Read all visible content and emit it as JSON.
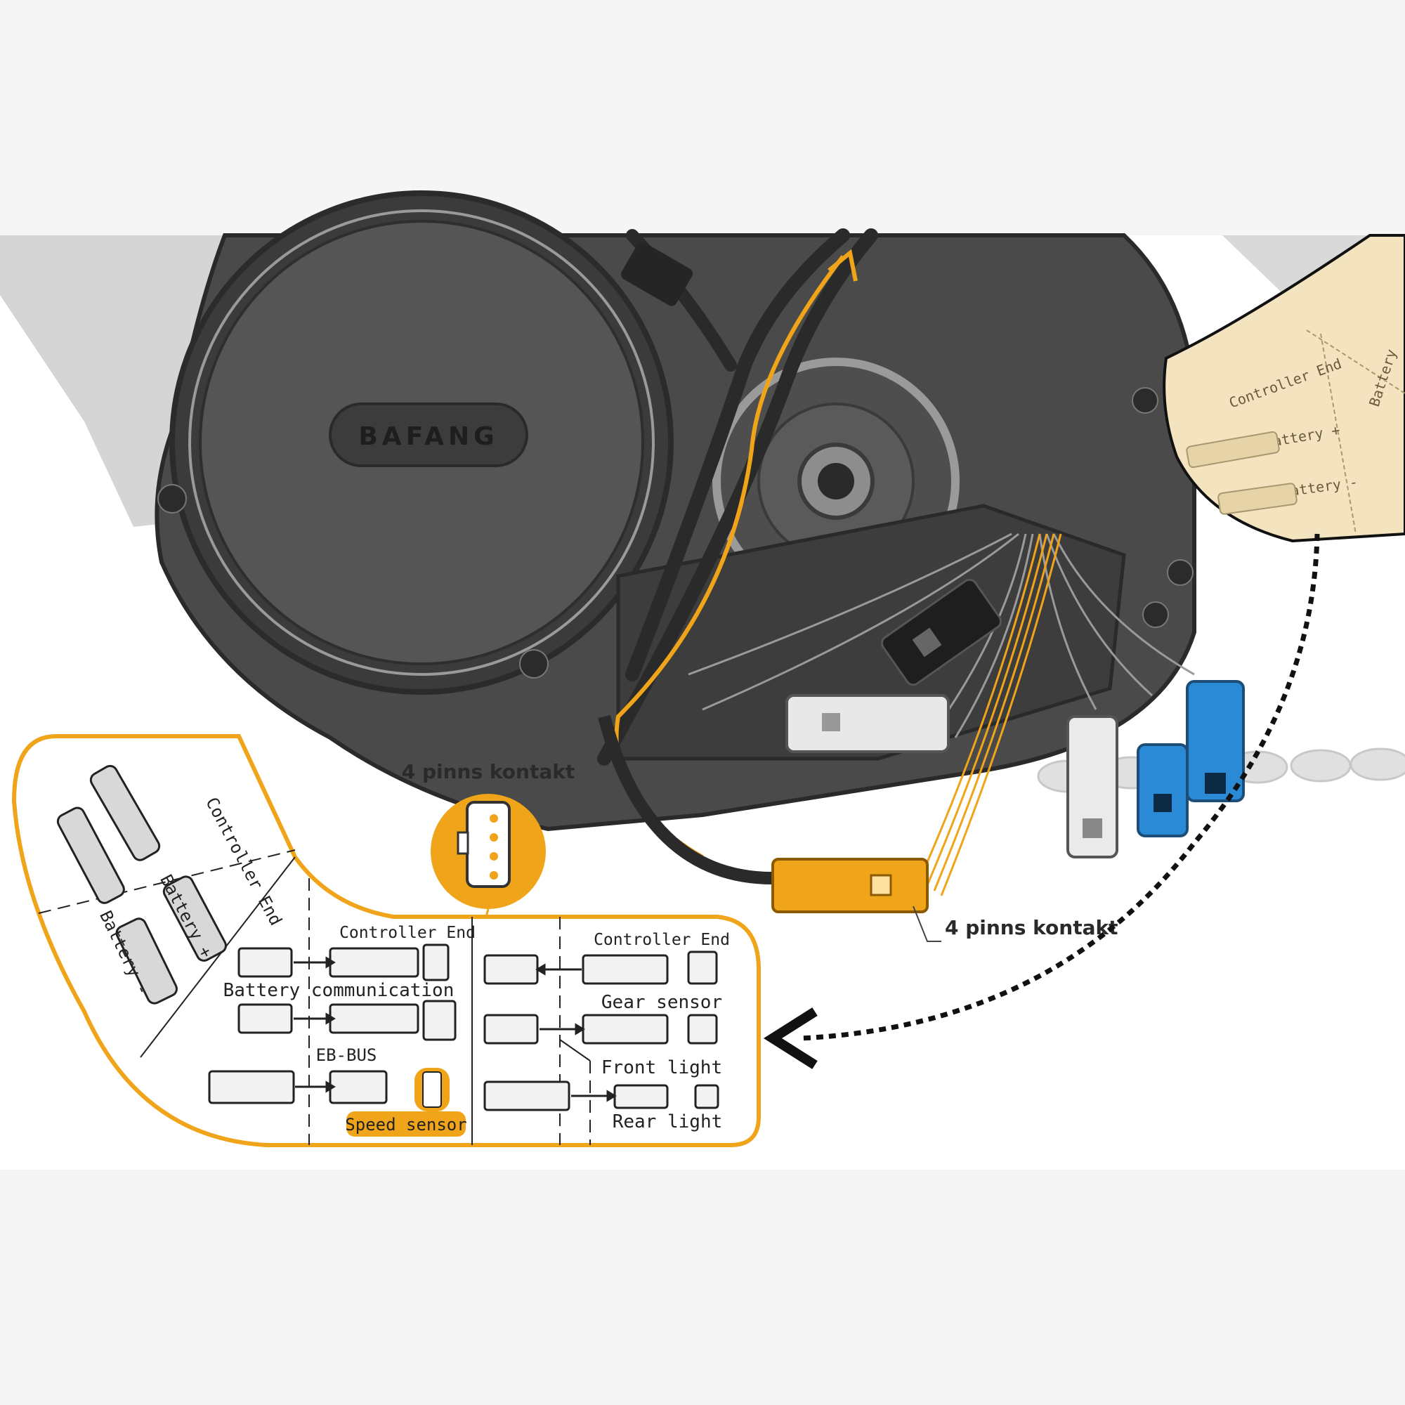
{
  "brand": {
    "logo_text": "BAFANG"
  },
  "callouts": {
    "four_pin_top": "4 pinns kontakt",
    "four_pin_right": "4 pinns kontakt"
  },
  "legend": {
    "controller_end_diag": "Controller End",
    "battery_plus": "Battery +",
    "battery_minus": "Battery -",
    "controller_end_mid": "Controller End",
    "battery_communication": "Battery communication",
    "eb_bus": "EB-BUS",
    "speed_sensor": "Speed sensor",
    "controller_end_right": "Controller End",
    "gear_sensor": "Gear sensor",
    "front_light": "Front light",
    "rear_light": "Rear light"
  },
  "inset_card": {
    "controller_end": "Controller End",
    "battery_plus": "Battery +",
    "battery_minus": "Battery -",
    "battery_cut": "Battery"
  },
  "colors": {
    "highlight": "#f0a419",
    "motor_dark": "#3a3a3a",
    "connector_blue": "#2a8ad6",
    "legend_bg": "#ffffff",
    "inset_bg": "#f3e3bf"
  }
}
